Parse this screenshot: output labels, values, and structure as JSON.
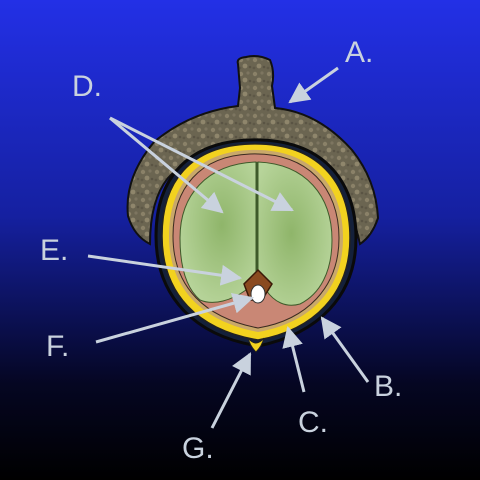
{
  "labels": {
    "a": "A.",
    "b": "B.",
    "c": "C.",
    "d": "D.",
    "e": "E.",
    "f": "F.",
    "g": "G."
  },
  "colors": {
    "background_top": "#2330e6",
    "background_bottom": "#000000",
    "cupule": "#6b6551",
    "pericarp": "#f2d21f",
    "seed_coat": "#c98775",
    "cotyledon": "#a9c98a",
    "embryo": "#8a4a20",
    "arrow": "#c9d2de"
  }
}
